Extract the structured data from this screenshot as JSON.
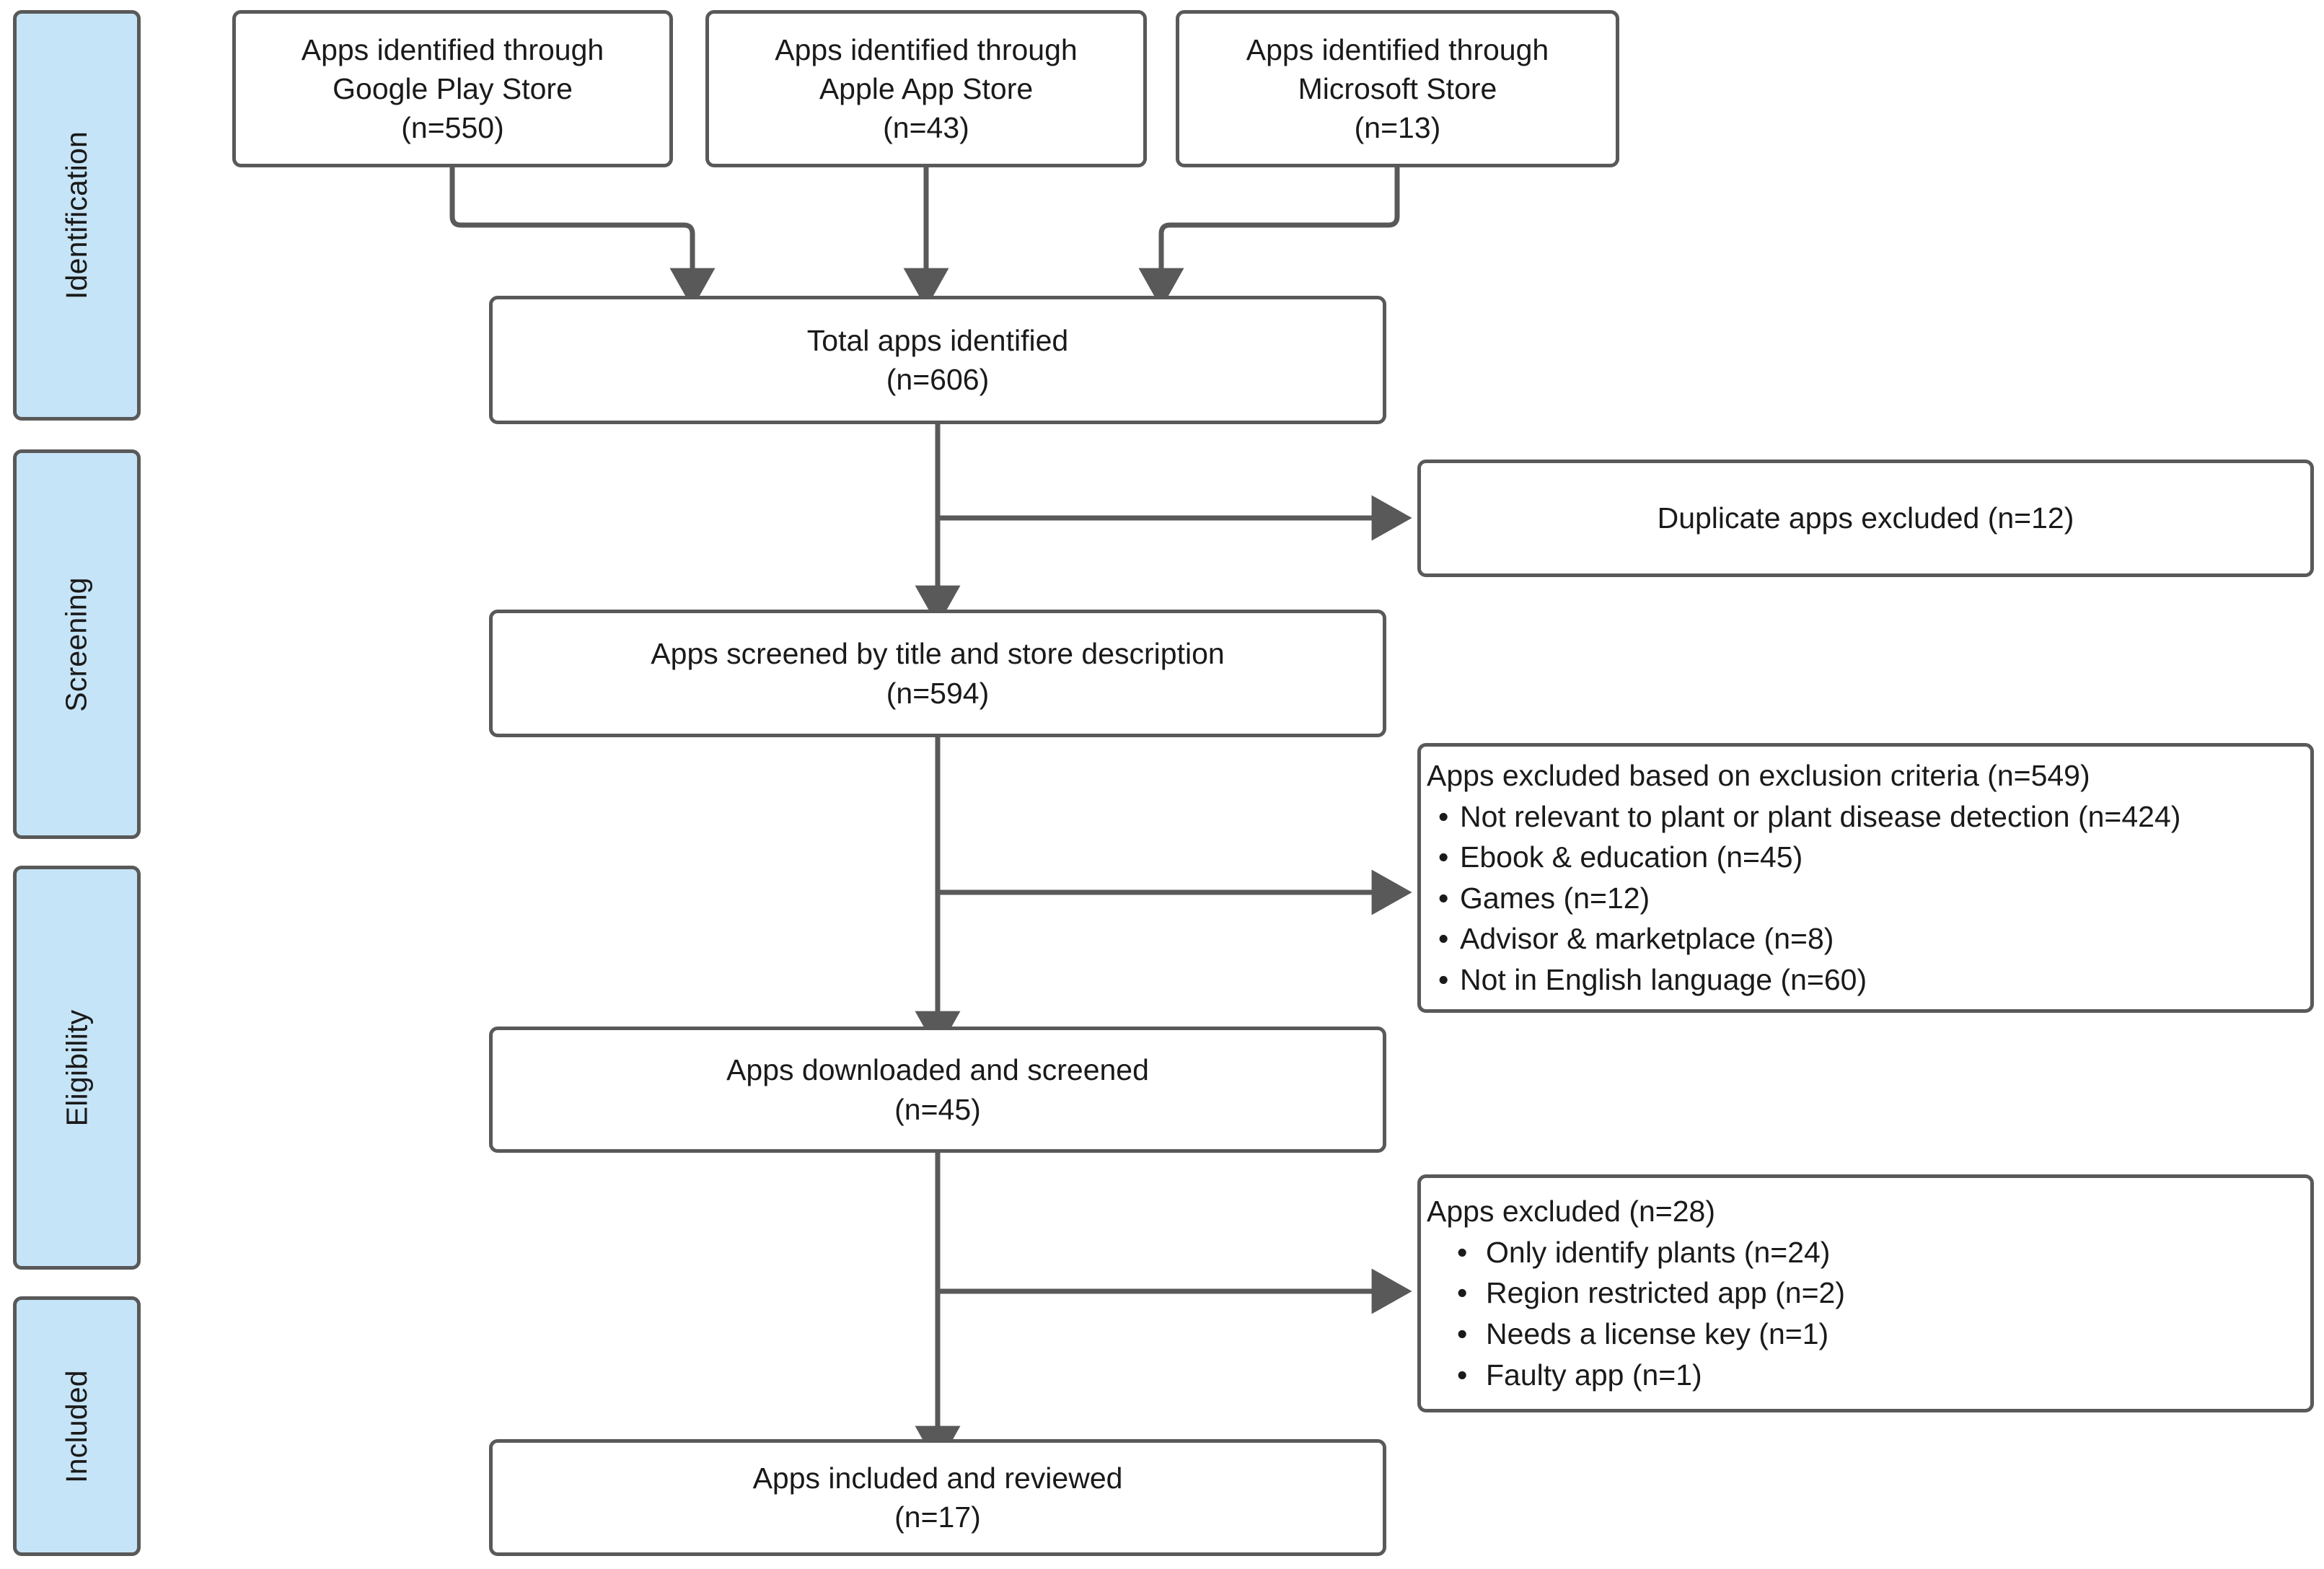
{
  "diagram": {
    "title": "PRISMA app selection flow diagram",
    "colors": {
      "stage_fill": "#c6e4f7",
      "border": "#595959",
      "node_fill": "#ffffff",
      "text": "#1a1a1a"
    }
  },
  "stages": [
    {
      "id": "identification",
      "label": "Identification"
    },
    {
      "id": "screening",
      "label": "Screening"
    },
    {
      "id": "eligibility",
      "label": "Eligibility"
    },
    {
      "id": "included",
      "label": "Included"
    }
  ],
  "sources": [
    {
      "id": "google-play",
      "line1": "Apps identified through",
      "line2": "Google Play Store",
      "line3": "(n=550)",
      "n": 550
    },
    {
      "id": "apple-app-store",
      "line1": "Apps identified through",
      "line2": "Apple App Store",
      "line3": "(n=43)",
      "n": 43
    },
    {
      "id": "microsoft-store",
      "line1": "Apps identified through",
      "line2": "Microsoft Store",
      "line3": "(n=13)",
      "n": 13
    }
  ],
  "flow": {
    "total": {
      "line1": "Total apps identified",
      "line2": "(n=606)",
      "n": 606
    },
    "screened": {
      "line1": "Apps screened by title and store description",
      "line2": "(n=594)",
      "n": 594
    },
    "downloaded": {
      "line1": "Apps downloaded and screened",
      "line2": "(n=45)",
      "n": 45
    },
    "included": {
      "line1": "Apps included and reviewed",
      "line2": "(n=17)",
      "n": 17
    }
  },
  "exclusions": {
    "duplicates": {
      "label": "Duplicate apps excluded (n=12)",
      "n": 12
    },
    "criteria": {
      "title": "Apps excluded based on exclusion criteria (n=549)",
      "n": 549,
      "items": [
        {
          "label": "Not relevant to plant or plant disease detection (n=424)",
          "n": 424
        },
        {
          "label": "Ebook & education (n=45)",
          "n": 45
        },
        {
          "label": "Games (n=12)",
          "n": 12
        },
        {
          "label": "Advisor & marketplace (n=8)",
          "n": 8
        },
        {
          "label": "Not in English language (n=60)",
          "n": 60
        }
      ]
    },
    "eligibility": {
      "title": "Apps excluded (n=28)",
      "n": 28,
      "items": [
        {
          "label": "Only identify plants (n=24)",
          "n": 24
        },
        {
          "label": "Region restricted app (n=2)",
          "n": 2
        },
        {
          "label": "Needs a license key (n=1)",
          "n": 1
        },
        {
          "label": "Faulty app (n=1)",
          "n": 1
        }
      ]
    }
  }
}
